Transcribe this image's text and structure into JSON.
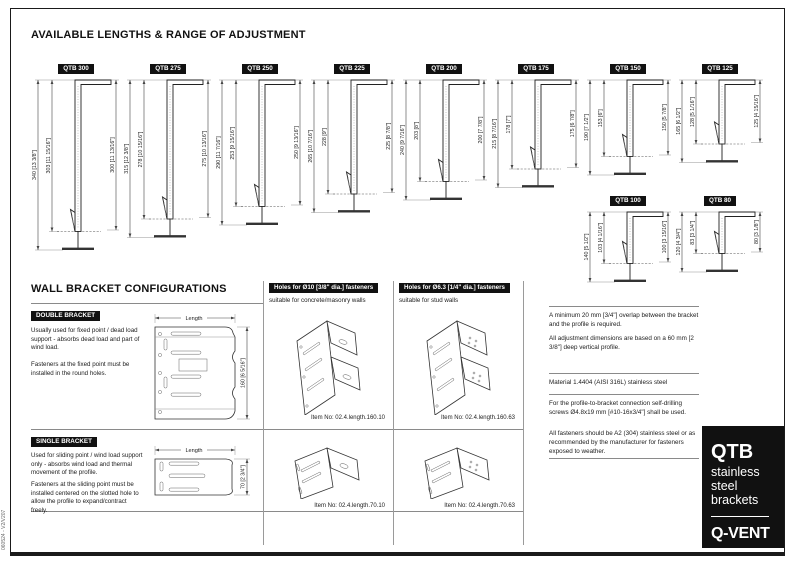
{
  "page": {
    "section1_title": "AVAILABLE LENGTHS & RANGE OF ADJUSTMENT",
    "section2_title": "WALL BRACKET CONFIGURATIONS",
    "doc_code": "060524 - V2/V207"
  },
  "brackets": [
    {
      "label": "QTB 300",
      "mm": 340,
      "mid_mm": 303,
      "overall": "340 [13 3/8\"]",
      "adjust": "303 [11 15/16\"]",
      "nominal": "300 [11 13/16\"]",
      "row": 0,
      "col": 0
    },
    {
      "label": "QTB 275",
      "mm": 315,
      "mid_mm": 278,
      "overall": "315 [12 3/8\"]",
      "adjust": "278 [10 15/16\"]",
      "nominal": "275 [10 13/16\"]",
      "row": 0,
      "col": 1
    },
    {
      "label": "QTB 250",
      "mm": 290,
      "mid_mm": 253,
      "overall": "290 [11 7/16\"]",
      "adjust": "253 [9 15/16\"]",
      "nominal": "250 [9 13/16\"]",
      "row": 0,
      "col": 2
    },
    {
      "label": "QTB 225",
      "mm": 265,
      "mid_mm": 228,
      "overall": "265 [10 7/16\"]",
      "adjust": "228 [9\"]",
      "nominal": "225 [8 7/8\"]",
      "row": 0,
      "col": 3
    },
    {
      "label": "QTB 200",
      "mm": 240,
      "mid_mm": 203,
      "overall": "240 [9 7/16\"]",
      "adjust": "203 [8\"]",
      "nominal": "200 [7 7/8\"]",
      "row": 0,
      "col": 4
    },
    {
      "label": "QTB 175",
      "mm": 215,
      "mid_mm": 178,
      "overall": "215 [8 7/16\"]",
      "adjust": "178 [7\"]",
      "nominal": "175 [6 7/8\"]",
      "row": 0,
      "col": 5
    },
    {
      "label": "QTB 150",
      "mm": 190,
      "mid_mm": 153,
      "overall": "190 [7 1/2\"]",
      "adjust": "153 [6\"]",
      "nominal": "150 [5 7/8\"]",
      "row": 0,
      "col": 6
    },
    {
      "label": "QTB 125",
      "mm": 165,
      "mid_mm": 128,
      "overall": "165 [6 1/2\"]",
      "adjust": "128 [5 1/16\"]",
      "nominal": "125 [4 15/16\"]",
      "row": 0,
      "col": 7
    },
    {
      "label": "QTB 100",
      "mm": 140,
      "mid_mm": 103,
      "overall": "140 [5 1/2\"]",
      "adjust": "103 [4 1/16\"]",
      "nominal": "100 [3 15/16\"]",
      "row": 1,
      "col": 6
    },
    {
      "label": "QTB 80",
      "mm": 120,
      "mid_mm": 83,
      "overall": "120 [4 3/4\"]",
      "adjust": "83 [3 1/4\"]",
      "nominal": "80 [3 1/8\"]",
      "row": 1,
      "col": 7
    }
  ],
  "configurations": {
    "double": {
      "chip": "DOUBLE BRACKET",
      "para1": "Usually used for fixed point / dead load support - absorbs dead load and part of wind load.",
      "para2": "Fasteners at the fixed point must be installed in the round holes.",
      "length_label": "Length",
      "height_dim": "160 [6 5/16\"]"
    },
    "single": {
      "chip": "SINGLE BRACKET",
      "para1": "Used for sliding point / wind load support only - absorbs wind load and thermal movement of the profile.",
      "para2": "Fasteners at the sliding point must be installed centered on the slotted hole to allow the profile to expand/contract freely.",
      "length_label": "Length",
      "height_dim": "70 [2 3/4\"]"
    }
  },
  "columns": [
    {
      "chip": "Holes for Ø10 [3/8\" dia.] fasteners",
      "subtitle": "suitable for concrete/masonry walls",
      "item_double": "Item No: 02.4.length.160.10",
      "item_single": "Item No: 02.4.length.70.10"
    },
    {
      "chip": "Holes for Ø6.3 [1/4\" dia.] fasteners",
      "subtitle": "suitable for stud walls",
      "item_double": "Item No: 02.4.length.160.63",
      "item_single": "Item No: 02.4.length.70.63"
    }
  ],
  "notes": [
    "A minimum 20 mm [3/4\"] overlap between the bracket and the profile is required.",
    "All adjustment dimensions are based on a 60 mm [2 3/8\"] deep vertical profile.",
    "Material 1.4404 (AISI 316L) stainless steel",
    "For the profile-to-bracket connection self-drilling screws Ø4.8x19 mm [#10-16x3/4\"] shall be used.",
    "All fasteners should be A2 (304) stainless steel or as recommended by the manufacturer for fasteners exposed to weather."
  ],
  "brand": {
    "product": "QTB",
    "subtitle": "stainless steel brackets",
    "logo": "Q-VENT"
  }
}
